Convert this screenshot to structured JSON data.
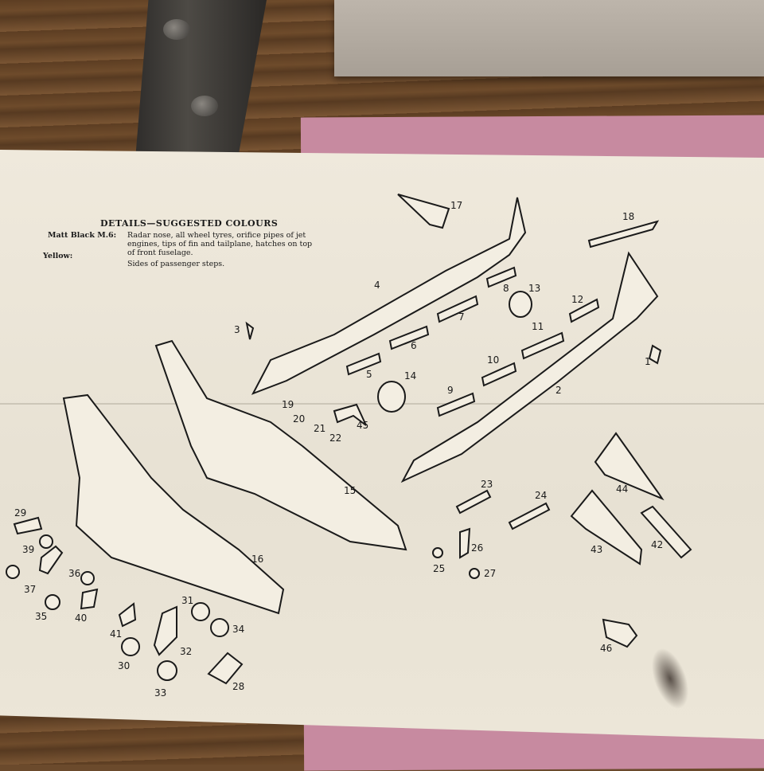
{
  "sheet": {
    "heading": "DETAILS—SUGGESTED COLOURS",
    "rows": [
      {
        "label": "Matt Black M.6:",
        "text": "Radar nose, all wheel tyres, orifice pipes of jet engines, tips of fin and tailplane, hatches on top of front fuselage."
      },
      {
        "label": "Yellow:",
        "text": "Sides of passenger steps."
      }
    ]
  },
  "part_numbers": [
    "17",
    "18",
    "4",
    "13",
    "8",
    "12",
    "7",
    "6",
    "11",
    "3",
    "1",
    "5",
    "14",
    "10",
    "2",
    "9",
    "19",
    "20",
    "21",
    "22",
    "45",
    "15",
    "23",
    "24",
    "44",
    "29",
    "39",
    "36",
    "37",
    "40",
    "35",
    "16",
    "26",
    "25",
    "27",
    "43",
    "42",
    "31",
    "41",
    "34",
    "32",
    "30",
    "28",
    "33",
    "46"
  ],
  "colors": {
    "paper": "#ece6d8",
    "ink": "#1a1a1a",
    "folder": "#c78aa0",
    "wood": "#6b4a2c"
  }
}
